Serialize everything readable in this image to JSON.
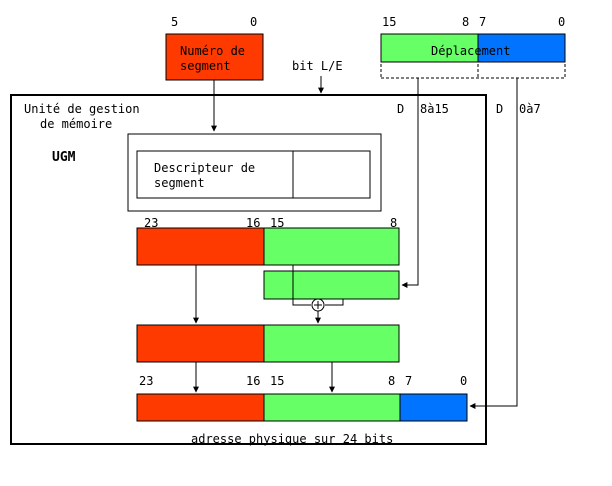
{
  "colors": {
    "segment": "#ff3a00",
    "offset": "#66ff66",
    "low_byte": "#0073ff",
    "line": "#000000",
    "background": "#ffffff"
  },
  "segment_number": {
    "label_line1": "Numéro de",
    "label_line2": "segment",
    "bit_high": "5",
    "bit_low": "0"
  },
  "offset_field": {
    "label": "Déplacement",
    "bit_15": "15",
    "bit_8": "8",
    "bit_7": "7",
    "bit_0": "0"
  },
  "rw_bit": "bit L/E",
  "mmu": {
    "title_line1": "Unité de gestion",
    "title_line2": "de mémoire",
    "abbrev": "UGM",
    "d_high_label": "D",
    "d_high_range": "8à15",
    "d_low_label": "D",
    "d_low_range": "0à7"
  },
  "descriptor": {
    "label_line1": "Descripteur de",
    "label_line2": "segment"
  },
  "register_bits": {
    "b23": "23",
    "b16": "16",
    "b15": "15",
    "b8": "8"
  },
  "adder_symbol": "+",
  "result_bits": {
    "b23": "23",
    "b16": "16",
    "b15": "15",
    "b8": "8",
    "b7": "7",
    "b0": "0"
  },
  "caption": "adresse physique sur 24 bits"
}
